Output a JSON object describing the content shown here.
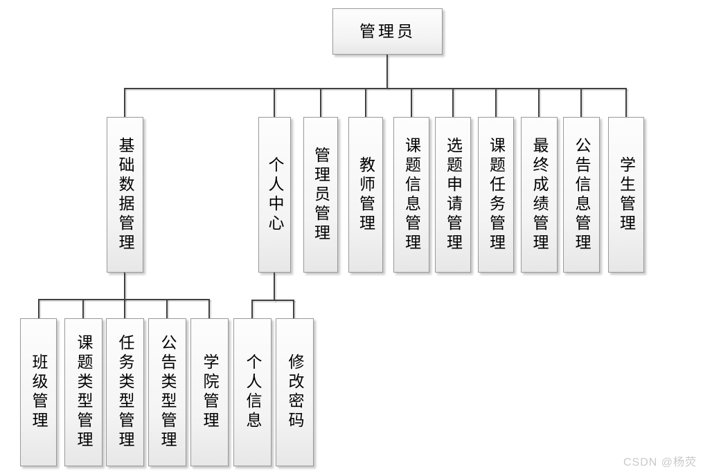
{
  "diagram": {
    "root": {
      "label": "管理员"
    },
    "level2": [
      {
        "label": "基础数据管理"
      },
      {
        "label": "个人中心"
      },
      {
        "label": "管理员管理"
      },
      {
        "label": "教师管理"
      },
      {
        "label": "课题信息管理"
      },
      {
        "label": "选题申请管理"
      },
      {
        "label": "课题任务管理"
      },
      {
        "label": "最终成绩管理"
      },
      {
        "label": "公告信息管理"
      },
      {
        "label": "学生管理"
      }
    ],
    "basic_data_children": [
      {
        "label": "班级管理"
      },
      {
        "label": "课题类型管理"
      },
      {
        "label": "任务类型管理"
      },
      {
        "label": "公告类型管理"
      },
      {
        "label": "学院管理"
      }
    ],
    "personal_center_children": [
      {
        "label": "个人信息"
      },
      {
        "label": "修改密码"
      }
    ]
  },
  "colors": {
    "connector": "#404040",
    "box_border": "#999999",
    "watermark_text": "#c9c9c9"
  },
  "watermark": "CSDN @杨荧"
}
